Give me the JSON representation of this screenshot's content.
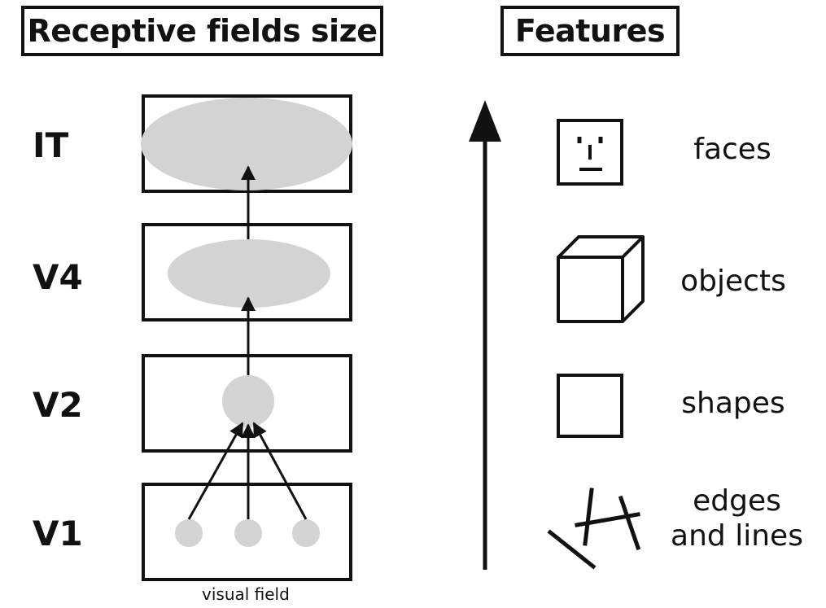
{
  "titles": {
    "left": "Receptive fields size",
    "right": "Features"
  },
  "areas": [
    {
      "label": "IT"
    },
    {
      "label": "V4"
    },
    {
      "label": "V2"
    },
    {
      "label": "V1"
    }
  ],
  "visual_field_caption": "visual field",
  "features": [
    {
      "label": "faces",
      "icon": "face-icon"
    },
    {
      "label": "objects",
      "icon": "cube-icon"
    },
    {
      "label": "shapes",
      "icon": "square-icon"
    },
    {
      "label_line1": "edges",
      "label_line2": "and lines",
      "icon": "edges-lines-icon"
    }
  ],
  "colors": {
    "stroke": "#111111",
    "receptive_field": "#d3d3d3"
  }
}
